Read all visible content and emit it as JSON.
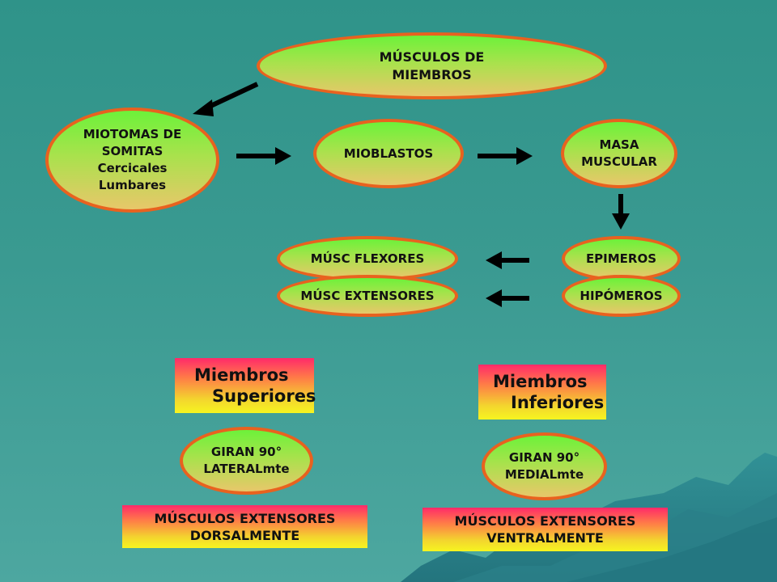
{
  "nodes": {
    "musculos_miembros": [
      "MÚSCULOS DE",
      "MIEMBROS"
    ],
    "miotomas": [
      "MIOTOMAS DE",
      "SOMITAS",
      "Cercicales",
      "Lumbares"
    ],
    "mioblastos": "MIOBLASTOS",
    "masa_muscular": [
      "MASA",
      "MUSCULAR"
    ],
    "musc_flexores": "MÚSC FLEXORES",
    "musc_extensores": "MÚSC EXTENSORES",
    "epimeros": "EPIMEROS",
    "hipomeros": "HIPÓMEROS"
  },
  "upper": {
    "title": [
      "Miembros",
      "Superiores"
    ],
    "rotation": [
      "GIRAN 90°",
      "LATERALmte"
    ],
    "result": [
      "MÚSCULOS EXTENSORES",
      "DORSALMENTE"
    ]
  },
  "lower": {
    "title": [
      "Miembros",
      "Inferiores"
    ],
    "rotation": [
      "GIRAN 90°",
      "MEDIALmte"
    ],
    "result": [
      "MÚSCULOS EXTENSORES",
      "VENTRALMENTE"
    ]
  },
  "colors": {
    "oval_border": "#e8621f",
    "oval_fill_top": "#6cf23a",
    "oval_fill_bottom": "#e8c76a",
    "box_top": "#ff2a6a",
    "box_bottom": "#f6f520",
    "background": "#3a9a91",
    "arrow": "#000000"
  }
}
